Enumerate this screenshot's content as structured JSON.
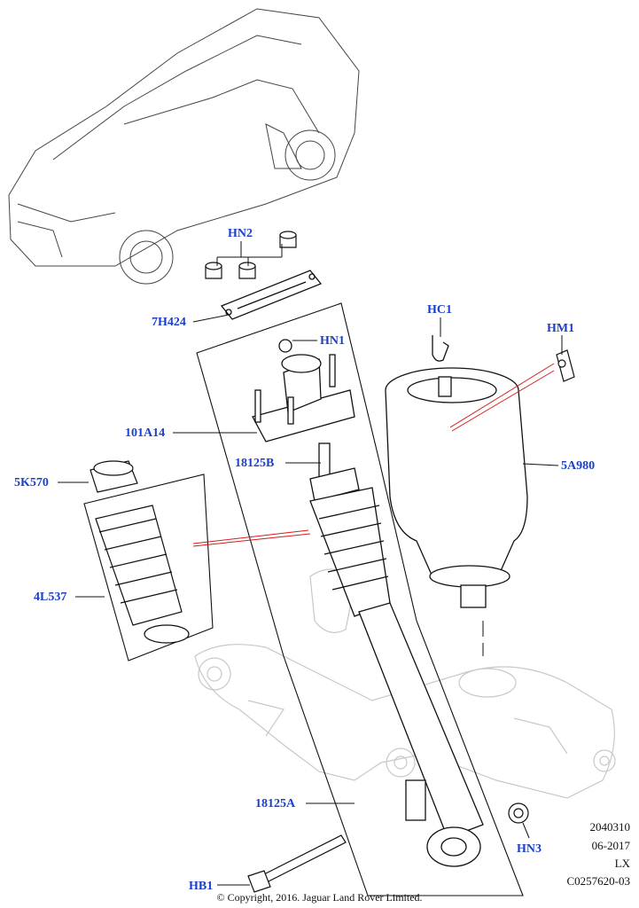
{
  "diagram": {
    "callouts": {
      "hn2": "HN2",
      "h7424": "7H424",
      "hn1": "HN1",
      "a101_14": "101A14",
      "b18125": "18125B",
      "k5570": "5K570",
      "l4537": "4L537",
      "a18125": "18125A",
      "hb1": "HB1",
      "hc1": "HC1",
      "hm1": "HM1",
      "a5980": "5A980",
      "hn3": "HN3"
    },
    "reference": {
      "number": "2040310",
      "date": "06-2017",
      "model": "LX",
      "code": "C0257620-03"
    },
    "copyright": "© Copyright, 2016. Jaguar Land Rover Limited.",
    "colors": {
      "callout": "#1a3fc9",
      "line": "#111111",
      "ghost": "#c8c8c8",
      "pointer_red": "#d81b1b"
    }
  }
}
